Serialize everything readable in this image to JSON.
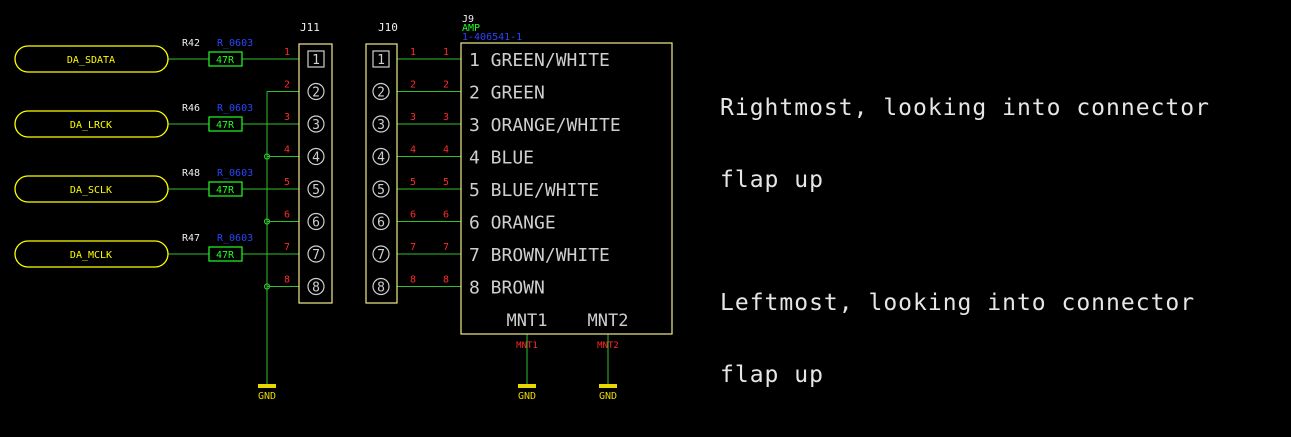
{
  "colors": {
    "background": "#000000",
    "wire": "#2fc02f",
    "outline": "#f2ec8a",
    "net_label": "#ffff00",
    "pin_number": "#ff2a2a",
    "ref_designator": "#f0f0f0",
    "footprint": "#2a44ff",
    "resistor_value": "#22ff22",
    "pin_text": "#cfcfcf",
    "gnd": "#e8d800",
    "note_text": "#e6e6e6"
  },
  "nets": [
    {
      "label": "DA_SDATA",
      "resistor_ref": "R42",
      "footprint": "R_0603",
      "value": "47R"
    },
    {
      "label": "DA_LRCK",
      "resistor_ref": "R46",
      "footprint": "R_0603",
      "value": "47R"
    },
    {
      "label": "DA_SCLK",
      "resistor_ref": "R48",
      "footprint": "R_0603",
      "value": "47R"
    },
    {
      "label": "DA_MCLK",
      "resistor_ref": "R47",
      "footprint": "R_0603",
      "value": "47R"
    }
  ],
  "j11": {
    "ref": "J11",
    "pins": [
      "1",
      "2",
      "3",
      "4",
      "5",
      "6",
      "7",
      "8"
    ]
  },
  "j10": {
    "ref": "J10",
    "pins": [
      "1",
      "2",
      "3",
      "4",
      "5",
      "6",
      "7",
      "8"
    ]
  },
  "j9": {
    "ref": "J9",
    "manufacturer": "AMP",
    "part_number": "1-406541-1",
    "pins": [
      {
        "number": "1",
        "name": "GREEN/WHITE"
      },
      {
        "number": "2",
        "name": "GREEN"
      },
      {
        "number": "3",
        "name": "ORANGE/WHITE"
      },
      {
        "number": "4",
        "name": "BLUE"
      },
      {
        "number": "5",
        "name": "BLUE/WHITE"
      },
      {
        "number": "6",
        "name": "ORANGE"
      },
      {
        "number": "7",
        "name": "BROWN/WHITE"
      },
      {
        "number": "8",
        "name": "BROWN"
      }
    ],
    "mount_pins": [
      "MNT1",
      "MNT2"
    ]
  },
  "gnd_label": "GND",
  "notes": [
    {
      "lines": [
        "Rightmost, looking into connector",
        "flap up"
      ]
    },
    {
      "lines": [
        "Leftmost, looking into connector",
        "flap up"
      ]
    }
  ]
}
